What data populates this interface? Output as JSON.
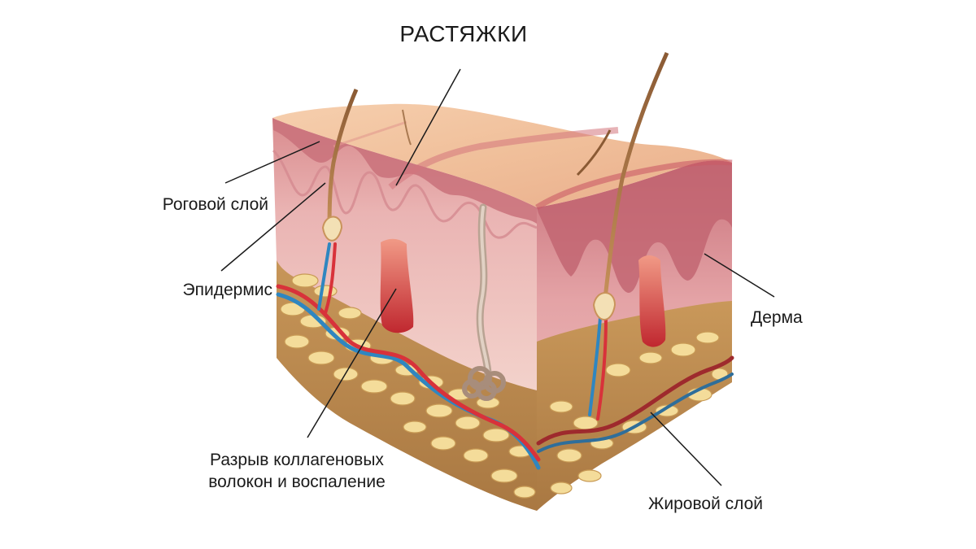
{
  "title": "РАСТЯЖКИ",
  "labels": {
    "stratum_corneum": "Роговой слой",
    "epidermis": "Эпидермис",
    "collagen_line1": "Разрыв коллагеновых",
    "collagen_line2": "волокон и воспаление",
    "dermis": "Дерма",
    "fat_layer": "Жировой слой"
  },
  "colors": {
    "surface": "#f4c9a4",
    "epidermis": "#e7a7a3",
    "dermis": "#f1cfc9",
    "fat": "#d9b373",
    "fat_cell": "#f4dc9a",
    "artery": "#d8323a",
    "vein": "#2f86c0",
    "leader_line": "#1a1a1a"
  }
}
